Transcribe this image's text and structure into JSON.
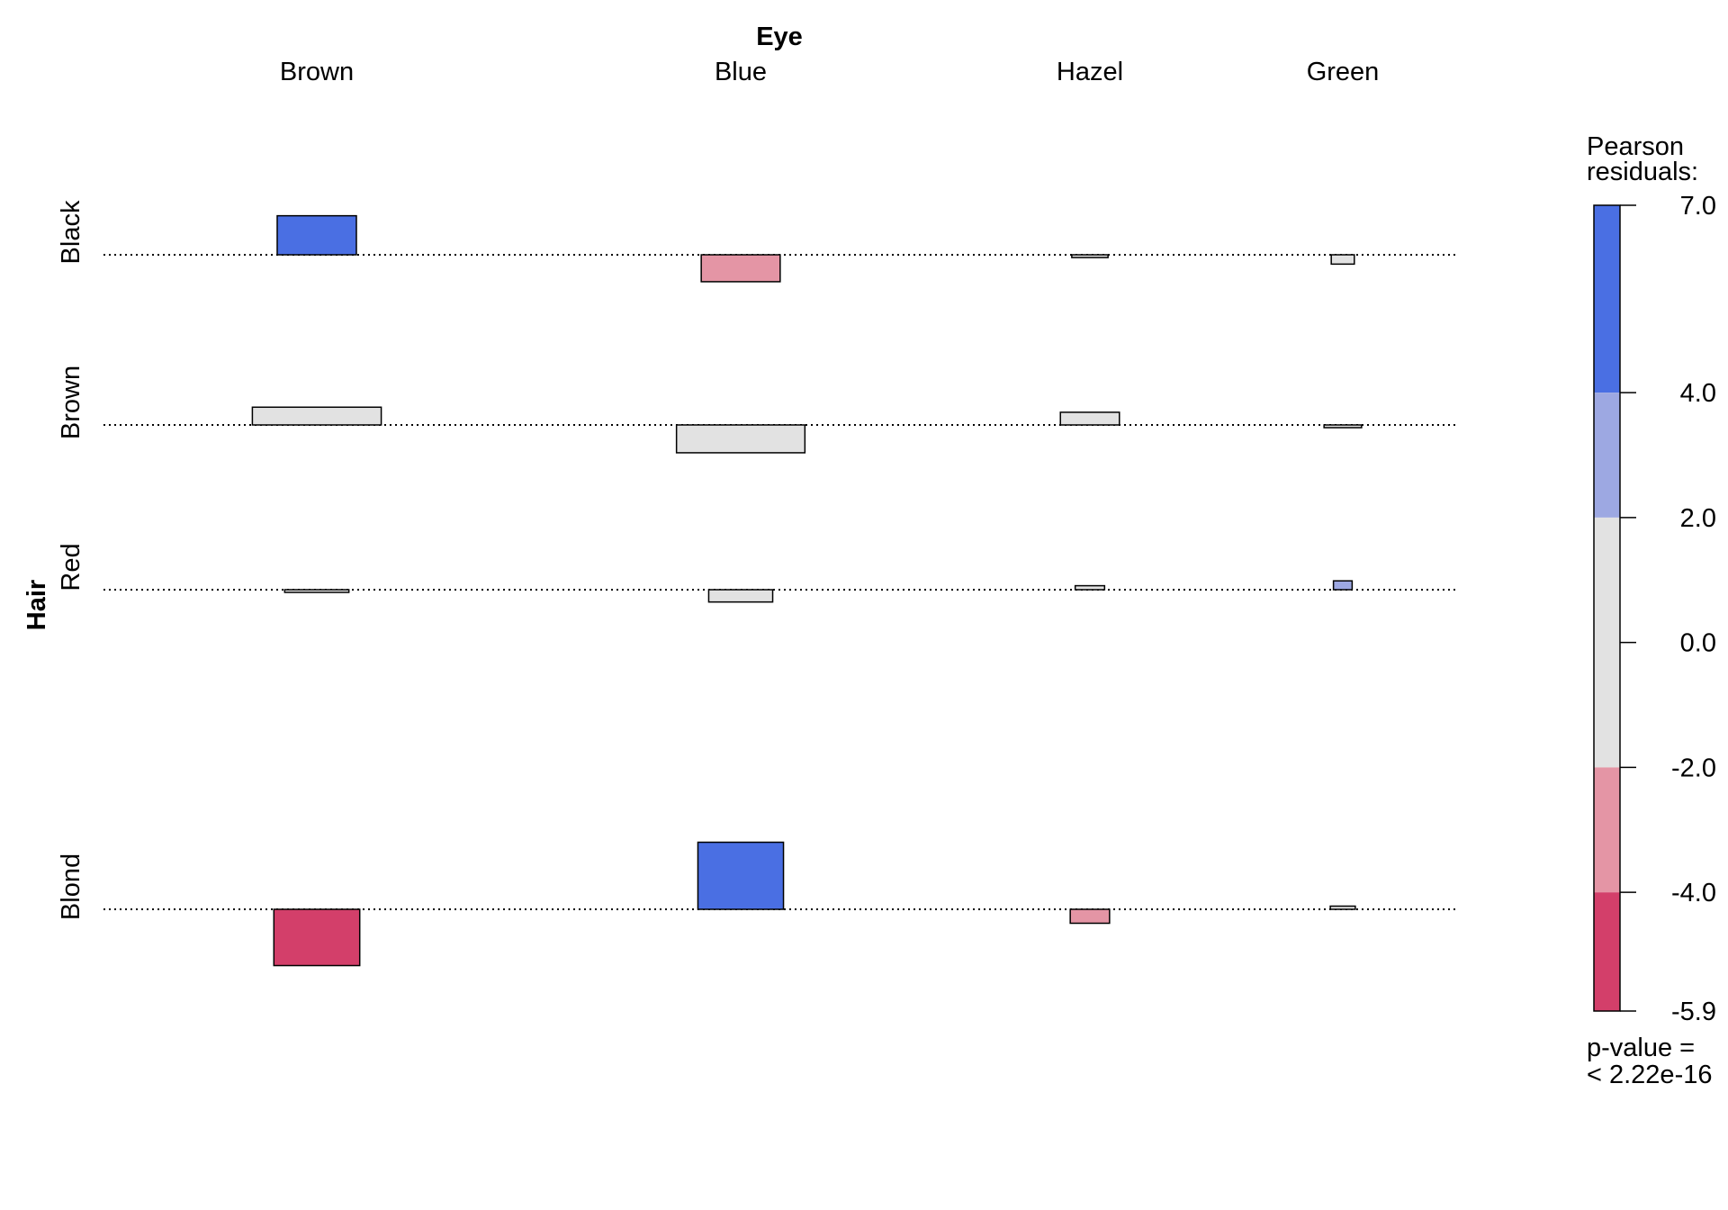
{
  "chart_data": {
    "type": "association",
    "x_variable": "Eye",
    "y_variable": "Hair",
    "columns": [
      "Brown",
      "Blue",
      "Hazel",
      "Green"
    ],
    "rows": [
      "Black",
      "Brown",
      "Red",
      "Blond"
    ],
    "residuals": [
      [
        4.4,
        -3.07,
        -0.48,
        -1.95
      ],
      [
        1.23,
        -1.95,
        1.35,
        -0.35
      ],
      [
        -0.07,
        -1.73,
        0.85,
        2.28
      ],
      [
        -5.85,
        7.05,
        -2.23,
        0.61
      ]
    ],
    "legend": {
      "title_line1": "Pearson",
      "title_line2": "residuals:",
      "ticks": [
        "7.0",
        "4.0",
        "2.0",
        "0.0",
        "-2.0",
        "-4.0",
        "-5.9"
      ],
      "tick_values": [
        7.0,
        4.0,
        2.0,
        0.0,
        -2.0,
        -4.0,
        -5.9
      ],
      "range": [
        -5.9,
        7.0
      ],
      "bands": [
        {
          "from": 4.0,
          "to": 7.0,
          "color": "#4A6FE3"
        },
        {
          "from": 2.0,
          "to": 4.0,
          "color": "#9DA8E2"
        },
        {
          "from": -2.0,
          "to": 2.0,
          "color": "#E2E2E2"
        },
        {
          "from": -4.0,
          "to": -2.0,
          "color": "#E495A5"
        },
        {
          "from": -5.9,
          "to": -4.0,
          "color": "#D33F6A"
        }
      ],
      "pvalue_line1": "p-value =",
      "pvalue_line2": "< 2.22e-16"
    },
    "colors": {
      "strong_positive": "#4A6FE3",
      "moderate_positive": "#9DA8E2",
      "neutral": "#E2E2E2",
      "moderate_negative": "#E495A5",
      "strong_negative": "#D33F6A"
    }
  }
}
